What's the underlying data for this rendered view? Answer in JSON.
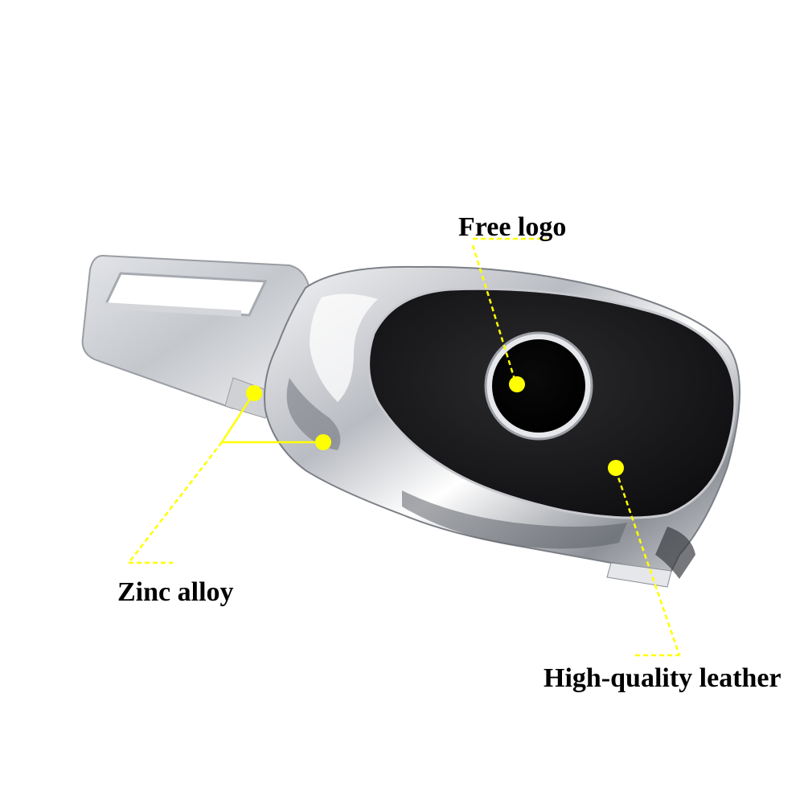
{
  "labels": {
    "free_logo": "Free logo",
    "zinc_alloy": "Zinc alloy",
    "leather": "High-quality leather"
  },
  "colors": {
    "callout": "#ffff00",
    "background": "#ffffff",
    "text": "#000000"
  }
}
